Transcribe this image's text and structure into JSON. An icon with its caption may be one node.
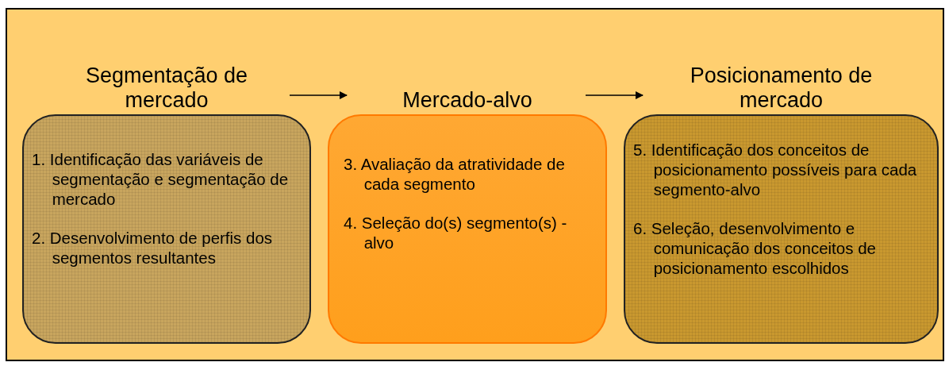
{
  "diagram": {
    "nodes": [
      {
        "text": [
          "Segmentação de mercado",
          "1. Identificação das variáveis de segmentação e segmentação de mercado",
          "2. Desenvolvimento de perfis dos segmentos resultantes"
        ]
      },
      {
        "text": [
          "Mercado-alvo",
          "3. Avaliação da atratividade de cada segmento",
          "4. Seleção do(s) segmento(s) - alvo"
        ]
      },
      {
        "text": [
          "Posicionamento de mercado",
          "5. Identificação dos conceitos de posicionamento possíveis para cada segmento-alvo",
          "6. Seleção, desenvolvimento e comunicação dos conceitos de posicionamento escolhidos"
        ]
      }
    ],
    "edges": [
      {
        "from": 0,
        "to": 1,
        "arrow": "to"
      },
      {
        "from": 1,
        "to": 2,
        "arrow": "to"
      }
    ]
  }
}
